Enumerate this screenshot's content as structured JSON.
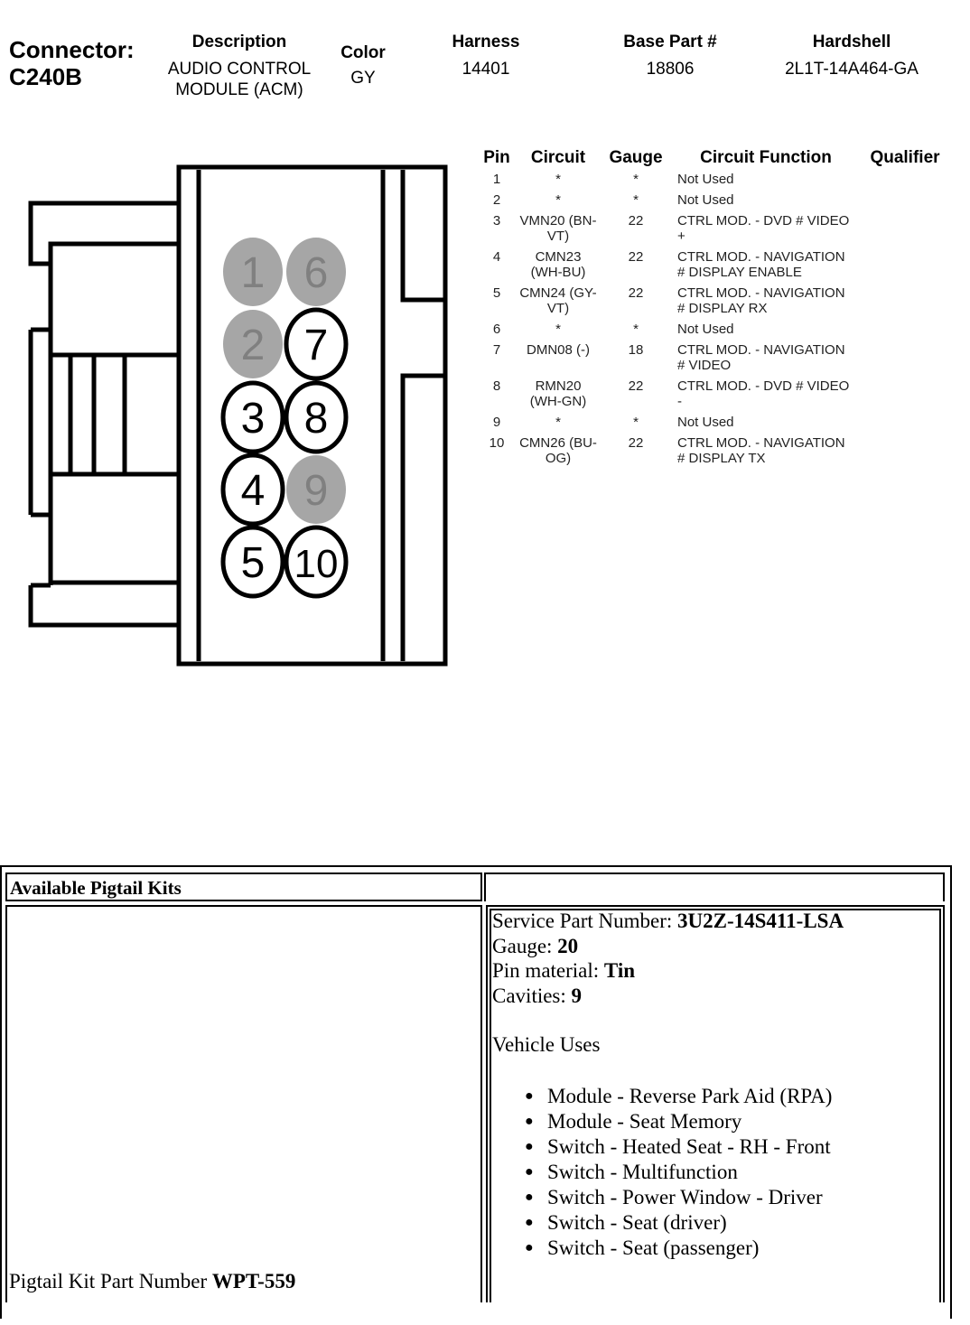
{
  "header": {
    "connector_label": "Connector:",
    "connector_id": "C240B",
    "description_label": "Description",
    "description_line1": "AUDIO CONTROL",
    "description_line2": "MODULE (ACM)",
    "color_label": "Color",
    "color_value": "GY",
    "harness_label": "Harness",
    "harness_value": "14401",
    "base_part_label": "Base Part #",
    "base_part_value": "18806",
    "hardshell_label": "Hardshell",
    "hardshell_value": "2L1T-14A464-GA"
  },
  "pin_table": {
    "headers": [
      "Pin",
      "Circuit",
      "Gauge",
      "Circuit Function",
      "Qualifier"
    ],
    "rows": [
      {
        "pin": "1",
        "circuit1": "*",
        "circuit2": "",
        "gauge": "*",
        "func1": "Not Used",
        "func2": "",
        "qualifier": ""
      },
      {
        "pin": "2",
        "circuit1": "*",
        "circuit2": "",
        "gauge": "*",
        "func1": "Not Used",
        "func2": "",
        "qualifier": ""
      },
      {
        "pin": "3",
        "circuit1": "VMN20 (BN-",
        "circuit2": "VT)",
        "gauge": "22",
        "func1": "CTRL MOD. - DVD # VIDEO",
        "func2": "+",
        "qualifier": ""
      },
      {
        "pin": "4",
        "circuit1": "CMN23",
        "circuit2": "(WH-BU)",
        "gauge": "22",
        "func1": "CTRL MOD. - NAVIGATION",
        "func2": "# DISPLAY ENABLE",
        "qualifier": ""
      },
      {
        "pin": "5",
        "circuit1": "CMN24 (GY-",
        "circuit2": "VT)",
        "gauge": "22",
        "func1": "CTRL MOD. - NAVIGATION",
        "func2": "# DISPLAY RX",
        "qualifier": ""
      },
      {
        "pin": "6",
        "circuit1": "*",
        "circuit2": "",
        "gauge": "*",
        "func1": "Not Used",
        "func2": "",
        "qualifier": ""
      },
      {
        "pin": "7",
        "circuit1": "DMN08 (-)",
        "circuit2": "",
        "gauge": "18",
        "func1": "CTRL MOD. - NAVIGATION",
        "func2": "# VIDEO",
        "qualifier": ""
      },
      {
        "pin": "8",
        "circuit1": "RMN20",
        "circuit2": "(WH-GN)",
        "gauge": "22",
        "func1": "CTRL MOD. - DVD # VIDEO",
        "func2": "-",
        "qualifier": ""
      },
      {
        "pin": "9",
        "circuit1": "*",
        "circuit2": "",
        "gauge": "*",
        "func1": "Not Used",
        "func2": "",
        "qualifier": ""
      },
      {
        "pin": "10",
        "circuit1": "CMN26 (BU-",
        "circuit2": "OG)",
        "gauge": "22",
        "func1": "CTRL MOD. - NAVIGATION",
        "func2": "# DISPLAY TX",
        "qualifier": ""
      }
    ]
  },
  "diagram": {
    "pins": [
      {
        "label": "1",
        "used": false
      },
      {
        "label": "2",
        "used": false
      },
      {
        "label": "3",
        "used": true
      },
      {
        "label": "4",
        "used": true
      },
      {
        "label": "5",
        "used": true
      },
      {
        "label": "6",
        "used": false
      },
      {
        "label": "7",
        "used": true
      },
      {
        "label": "8",
        "used": true
      },
      {
        "label": "9",
        "used": false
      },
      {
        "label": "10",
        "used": true
      }
    ],
    "used_fill": "#ffffff",
    "unused_fill": "#a6a6a6",
    "unused_text": "#808080"
  },
  "pigtail": {
    "section_title": "Available Pigtail Kits",
    "kit_part_label": "Pigtail Kit Part Number ",
    "kit_part_value": "WPT-559",
    "service_part_label": "Service Part Number: ",
    "service_part_value": "3U2Z-14S411-LSA",
    "gauge_label": "Gauge: ",
    "gauge_value": "20",
    "pin_material_label": "Pin material: ",
    "pin_material_value": "Tin",
    "cavities_label": "Cavities: ",
    "cavities_value": "9",
    "vehicle_uses_label": "Vehicle Uses",
    "vehicle_uses": [
      "Module - Reverse Park Aid (RPA)",
      "Module - Seat Memory",
      "Switch - Heated Seat - RH - Front",
      "Switch - Multifunction",
      "Switch - Power Window - Driver",
      "Switch - Seat (driver)",
      "Switch - Seat (passenger)"
    ]
  }
}
